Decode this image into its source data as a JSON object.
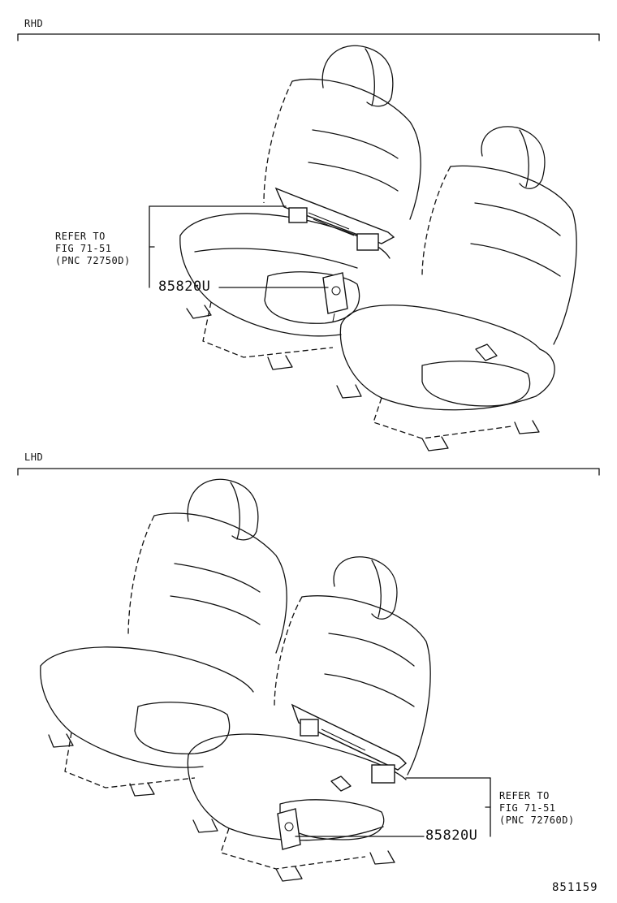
{
  "sections": {
    "rhd": {
      "title": "RHD",
      "refer": {
        "line1": "REFER TO",
        "line2": "FIG 71-51",
        "line3": "(PNC 72750D)"
      },
      "part_number": "85820U"
    },
    "lhd": {
      "title": "LHD",
      "refer": {
        "line1": "REFER TO",
        "line2": "FIG 71-51",
        "line3": "(PNC 72760D)"
      },
      "part_number": "85820U"
    }
  },
  "diagram_id": "851159"
}
